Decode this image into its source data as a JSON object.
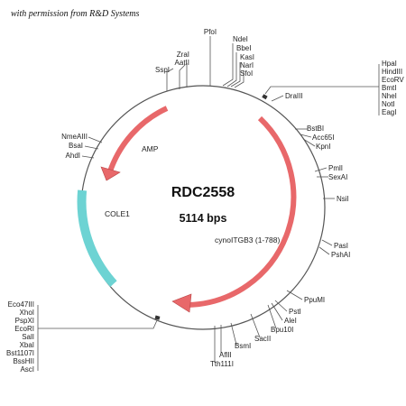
{
  "credit": "with permission from R&D Systems",
  "plasmid": {
    "name": "RDC2558",
    "size": "5114 bps"
  },
  "features": {
    "amp": "AMP",
    "cole1": "COLE1",
    "insert": "cynoITGB3 (1-788)"
  },
  "colors": {
    "arrow": "#e8686a",
    "ori": "#6dd3d3",
    "backbone": "#555555"
  },
  "sites": {
    "top": [
      "PfoI",
      "NdeI",
      "BbeI",
      "KasI",
      "NarI",
      "SfoI",
      "ZraI",
      "AatII",
      "SspI"
    ],
    "mcs_top": [
      "HpaI",
      "HindIII",
      "EcoRV",
      "BmtI",
      "NheI",
      "NotI",
      "EagI"
    ],
    "right": [
      "DraIII",
      "BstBI",
      "Acc65I",
      "KpnI",
      "PmlI",
      "SexAI",
      "NsiI",
      "PasI",
      "PshAI",
      "PpuMI",
      "PstI",
      "AleI",
      "Bpu10I",
      "SacII",
      "BsmI",
      "AflII",
      "Tth111I"
    ],
    "left": [
      "NmeAIII",
      "BsaI",
      "AhdI"
    ],
    "mcs_bottom": [
      "Eco47III",
      "XhoI",
      "PspXI",
      "EcoRI",
      "SalI",
      "XbaI",
      "Bst1107I",
      "BssHII",
      "AscI"
    ]
  }
}
